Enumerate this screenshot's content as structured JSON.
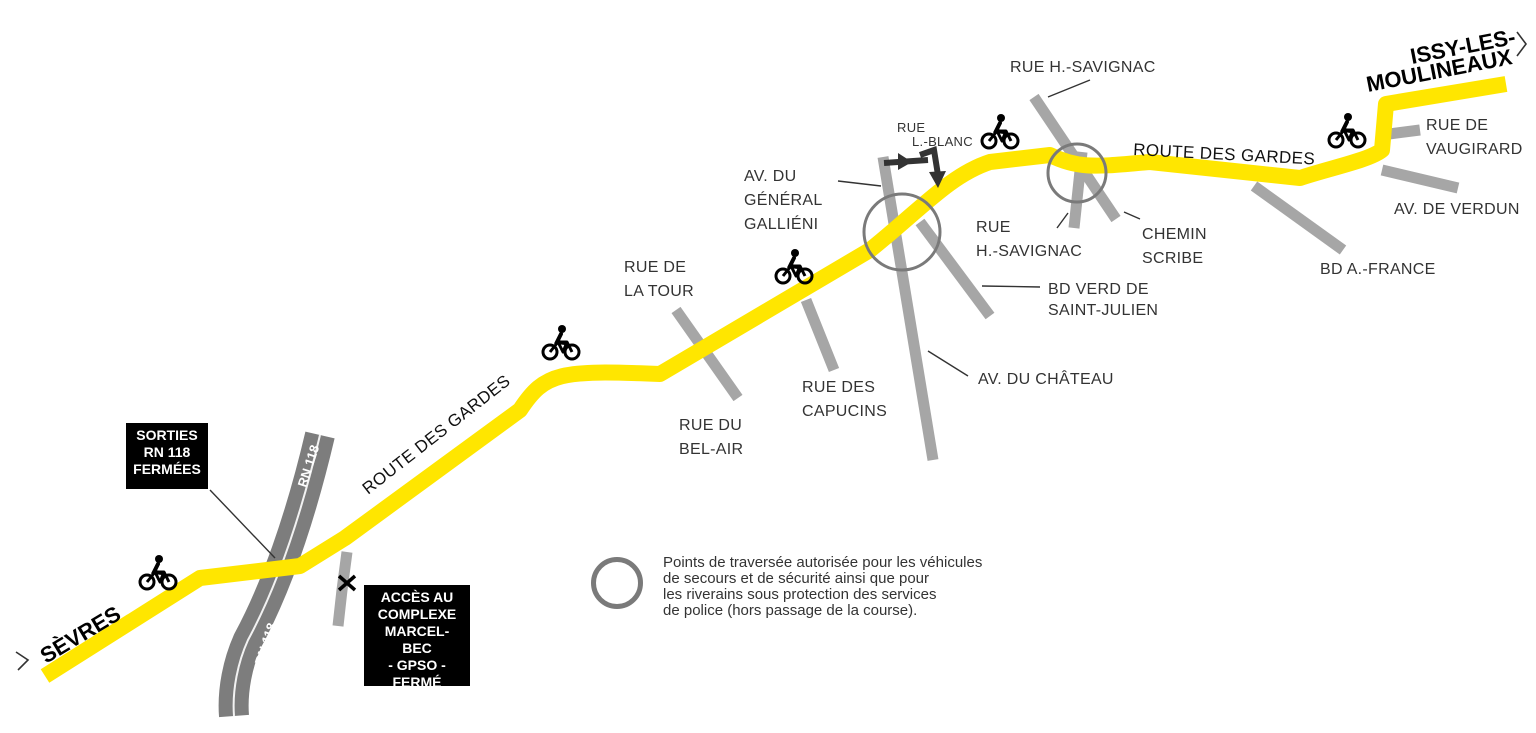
{
  "cities": {
    "sevres": "SÈVRES",
    "issy_line1": "ISSY-LES-",
    "issy_line2": "MOULINEAUX"
  },
  "route_label": "ROUTE DES GARDES",
  "rn_label": "RN 118",
  "streets": {
    "tour_1": "RUE DE",
    "tour_2": "LA TOUR",
    "belair_1": "RUE DU",
    "belair_2": "BEL-AIR",
    "capucins_1": "RUE DES",
    "capucins_2": "CAPUCINS",
    "gallieni_1": "AV. DU",
    "gallieni_2": "GÉNÉRAL",
    "gallieni_3": "GALLIÉNI",
    "lblanc_1": "RUE",
    "lblanc_2": "L.-BLANC",
    "verd_1": "BD VERD DE",
    "verd_2": "SAINT-JULIEN",
    "chateau": "AV. DU CHÂTEAU",
    "savignac_top": "RUE H.-SAVIGNAC",
    "savignac_bot_1": "RUE",
    "savignac_bot_2": "H.-SAVIGNAC",
    "scribe_1": "CHEMIN",
    "scribe_2": "SCRIBE",
    "afrance": "BD A.-FRANCE",
    "vaugirard_1": "RUE DE",
    "vaugirard_2": "VAUGIRARD",
    "verdun": "AV. DE VERDUN"
  },
  "boxes": {
    "sorties": [
      "SORTIES",
      "RN 118",
      "FERMÉES"
    ],
    "acces": [
      "ACCÈS AU",
      "COMPLEXE",
      "MARCEL-BEC",
      "- GPSO -",
      "FERMÉ"
    ]
  },
  "legend": {
    "lines": [
      "Points de traversée autorisée pour les véhicules",
      "de secours et de sécurité ainsi que pour",
      "les riverains sous protection des services",
      "de police (hors passage de la course)."
    ]
  },
  "colors": {
    "route": "#ffe600",
    "road": "#a6a6a6",
    "highway": "#7d7d7d",
    "text": "#333333",
    "box": "#000000",
    "circle": "#7a7a7a"
  },
  "icons": [
    "bicycle-rider-icon",
    "closed-cross-icon",
    "chevron-right-icon",
    "arrow-icon"
  ]
}
